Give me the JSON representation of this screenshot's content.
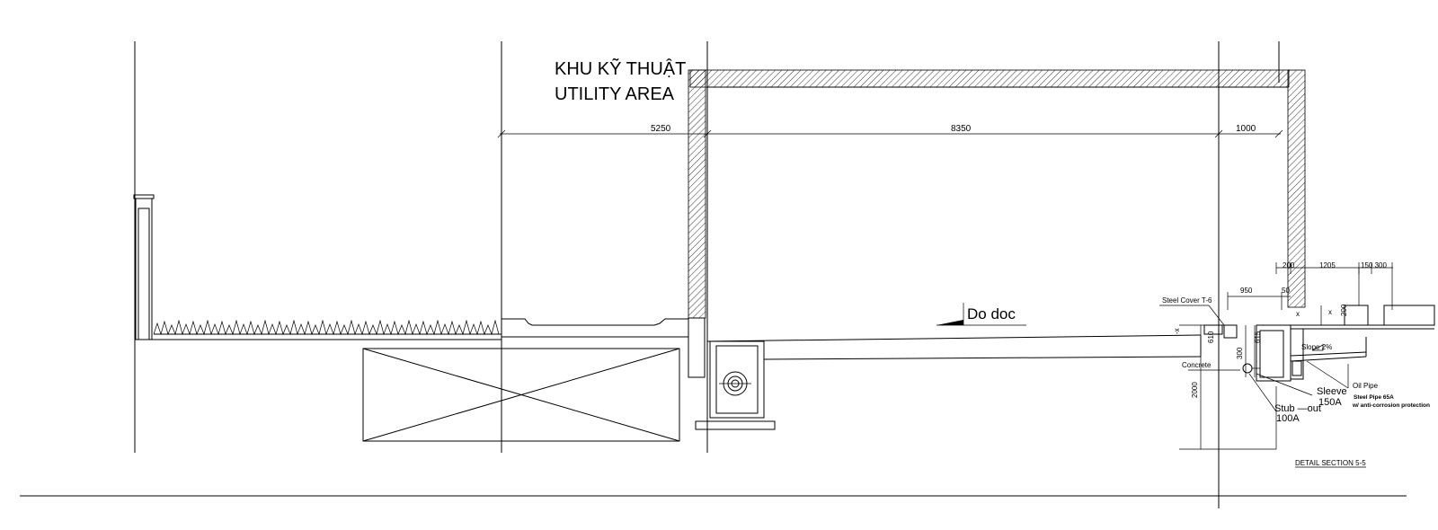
{
  "titles": {
    "vn": "KHU KỸ THUẬT",
    "en": "UTILITY AREA"
  },
  "dimensions": {
    "d1": "5250",
    "d2": "8350",
    "d3": "1000",
    "d200a": "200",
    "d1205": "1205",
    "d150_300": "150 300",
    "d950": "950",
    "d50": "50",
    "d200b": "200",
    "d610": "610",
    "d615": "615",
    "d300": "300",
    "d2000": "2000"
  },
  "labels": {
    "slope_arrow": "Do doc",
    "steel_cover": "Steel Cover T-6",
    "slope2": "Slope 2%",
    "concrete": "Concrete",
    "sleeve": "Sleeve",
    "sleeve_size": "150A",
    "stub_out": "Stub —out",
    "stub_size": "100A",
    "oil_pipe": "Oil Pipe",
    "steel_pipe": "Steel Pipe 65A",
    "anti_corrosion": "w/ anti-corrosion protection",
    "section_title": "DETAIL SECTION 5-5"
  },
  "markers": {
    "x1": "-x",
    "x2": "x",
    "x3": "x"
  }
}
